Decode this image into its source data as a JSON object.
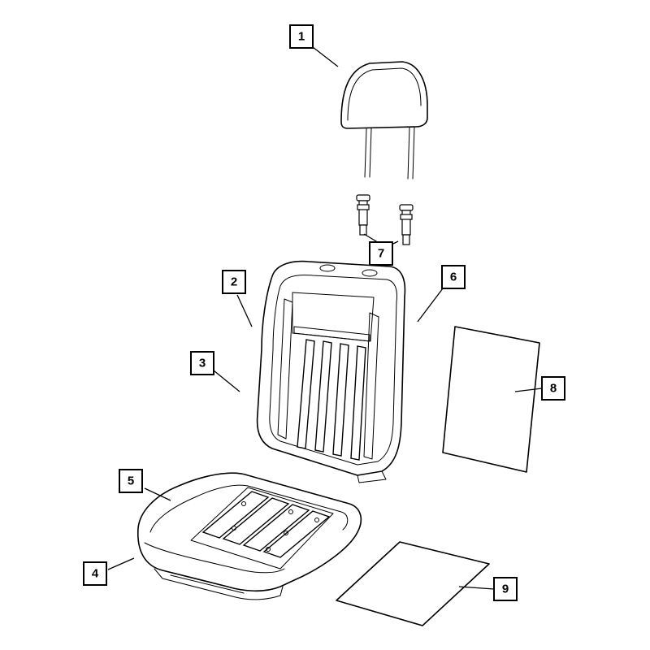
{
  "diagram": {
    "callouts": [
      {
        "id": "headrest",
        "label": "1"
      },
      {
        "id": "seatback-cover",
        "label": "2"
      },
      {
        "id": "seatback-cushion",
        "label": "3"
      },
      {
        "id": "seat-cushion-pad",
        "label": "4"
      },
      {
        "id": "seat-cushion-cover",
        "label": "5"
      },
      {
        "id": "seatback-panel",
        "label": "6"
      },
      {
        "id": "headrest-guides",
        "label": "7"
      },
      {
        "id": "seatback-pad-sheet",
        "label": "8"
      },
      {
        "id": "seat-pad-sheet",
        "label": "9"
      }
    ]
  }
}
